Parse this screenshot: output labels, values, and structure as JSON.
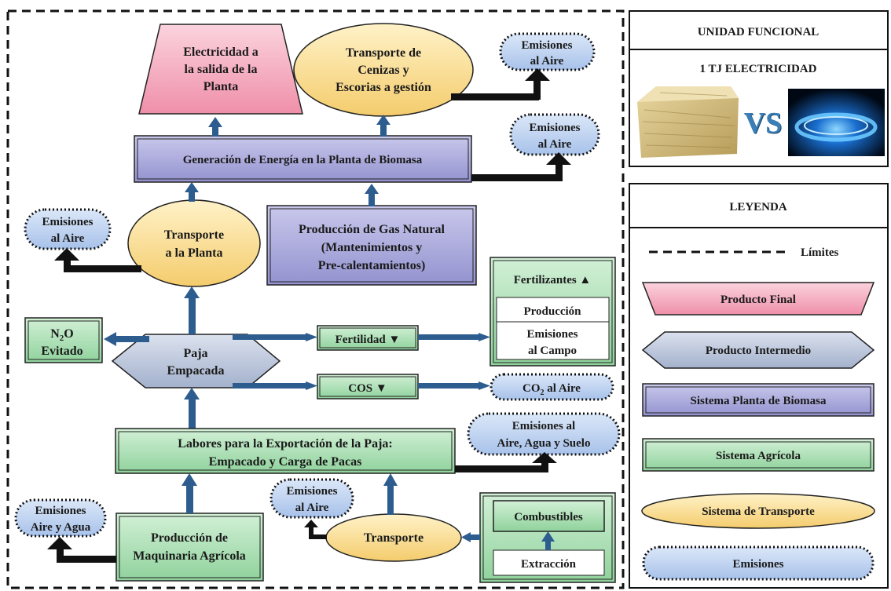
{
  "functional_unit": {
    "title": "UNIDAD FUNCIONAL",
    "value": "1 TJ ELECTRICIDAD",
    "vs": "VS",
    "left_image": "straw-bale-photo",
    "right_image": "gas-flame-photo"
  },
  "legend": {
    "title": "LEYENDA",
    "limits": "Límites",
    "items": [
      "Producto Final",
      "Producto Intermedio",
      "Sistema Planta de Biomasa",
      "Sistema Agrícola",
      "Sistema de Transporte",
      "Emisiones"
    ]
  },
  "nodes": {
    "electricidad": [
      "Electricidad a",
      "la salida de la",
      "Planta"
    ],
    "transporte_cenizas": [
      "Transporte de",
      "Cenizas y",
      "Escorias a gestión"
    ],
    "emisiones_top": [
      "Emisiones",
      "al Aire"
    ],
    "emisiones_gen": [
      "Emisiones",
      "al Aire"
    ],
    "generacion": "Generación de Energía en la Planta de Biomasa",
    "emisiones_left": [
      "Emisiones",
      "al Aire"
    ],
    "transporte_planta": [
      "Transporte",
      "a la Planta"
    ],
    "gas_natural": [
      "Producción de Gas Natural",
      "(Mantenimientos y",
      "Pre-calentamientos)"
    ],
    "fertilizantes": "Fertilizantes ▲",
    "produccion": "Producción",
    "emisiones_campo": [
      "Emisiones",
      "al Campo"
    ],
    "n2o": [
      "N",
      "2",
      "O",
      "Evitado"
    ],
    "paja": [
      "Paja",
      "Empacada"
    ],
    "fertilidad": "Fertilidad ▼",
    "cos": "COS ▼",
    "co2": [
      "CO",
      "2",
      " al Aire"
    ],
    "labores": [
      "Labores para la Exportación de la Paja:",
      "Empacado y Carga de Pacas"
    ],
    "emisiones_suelo": [
      "Emisiones al",
      "Aire, Agua y Suelo"
    ],
    "emisiones_agua": [
      "Emisiones",
      "Aire y Agua"
    ],
    "emisiones_transp": [
      "Emisiones",
      "al Aire"
    ],
    "maquinaria": [
      "Producción de",
      "Maquinaria Agrícola"
    ],
    "transporte": "Transporte",
    "combustibles": "Combustibles",
    "extraccion": "Extracción"
  },
  "colors": {
    "final_product": "#f4a9bd",
    "intermediate": "#bcc6dd",
    "biomass_plant": "#a7a6d8",
    "agricultural": "#a6dcb0",
    "transport": "#f6d98a",
    "emissions": "#bcd0ee",
    "arrow_blue": "#2d5d8f"
  }
}
